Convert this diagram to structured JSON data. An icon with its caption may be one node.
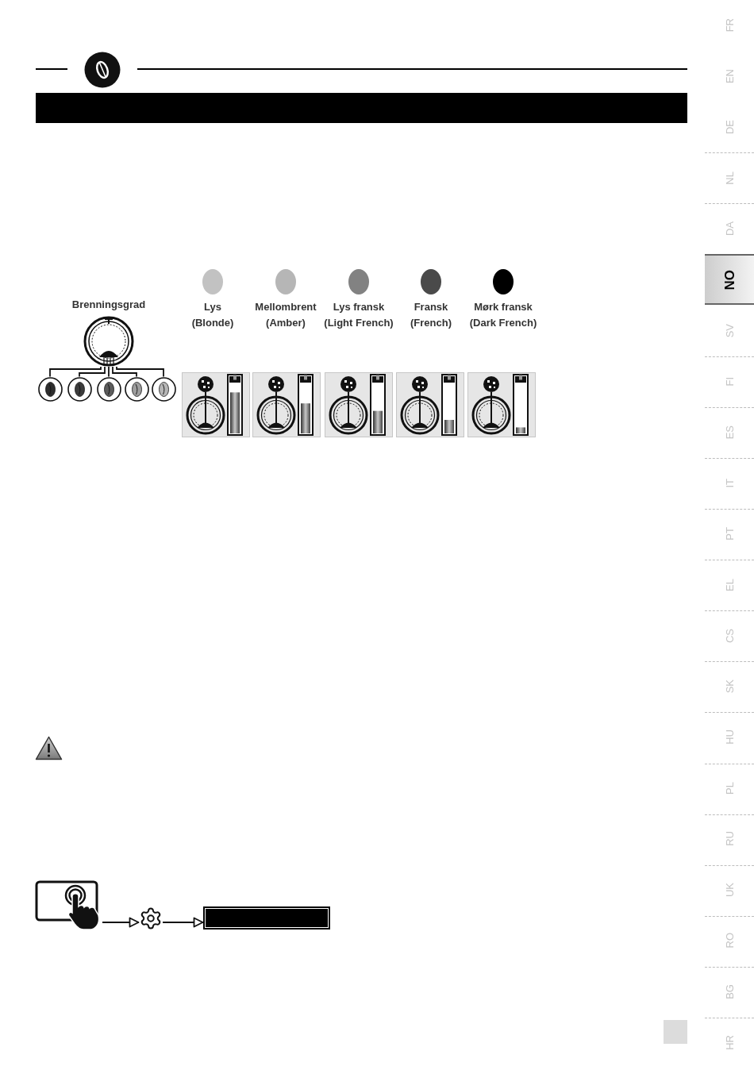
{
  "diagram": {
    "nodes": [
      {
        "text": [],
        "shape": "bar"
      },
      {
        "text": [
          "Brenningsgrad"
        ]
      },
      {
        "text": [],
        "shape": "circle"
      },
      {
        "text": [],
        "shape": "circle"
      },
      {
        "text": [],
        "shape": "circle"
      },
      {
        "text": [],
        "shape": "circle"
      },
      {
        "text": [],
        "shape": "circle"
      },
      {
        "text": [],
        "shape": "picture"
      },
      {
        "text": [],
        "shape": "picture"
      },
      {
        "text": [],
        "shape": "bar"
      }
    ],
    "edges": [
      {
        "from": 1,
        "to": 2,
        "arrow": "none"
      },
      {
        "from": 1,
        "to": 3,
        "arrow": "none"
      },
      {
        "from": 1,
        "to": 4,
        "arrow": "none"
      },
      {
        "from": 1,
        "to": 5,
        "arrow": "none"
      },
      {
        "from": 1,
        "to": 6,
        "arrow": "none"
      },
      {
        "from": 7,
        "to": 8,
        "arrow": "to"
      },
      {
        "from": 8,
        "to": 9,
        "arrow": "to"
      }
    ],
    "labels": [
      "FR",
      "EN",
      "DE",
      "NL",
      "DA",
      "NO",
      "SV",
      "FI",
      "ES",
      "IT",
      "PT",
      "EL",
      "CS",
      "SK",
      "HU",
      "PL",
      "RU",
      "UK",
      "RO",
      "BG",
      "HR"
    ],
    "legend": [
      {
        "text": "Lys (Blonde)",
        "color": "#c2c2c2"
      },
      {
        "text": "Mellombrent (Amber)",
        "color": "#b6b6b6"
      },
      {
        "text": "Lys fransk (Light French)",
        "color": "#828282"
      },
      {
        "text": "Fransk (French)",
        "color": "#4a4a4a"
      },
      {
        "text": "Mørk fransk (Dark French)",
        "color": "#000000"
      }
    ]
  }
}
